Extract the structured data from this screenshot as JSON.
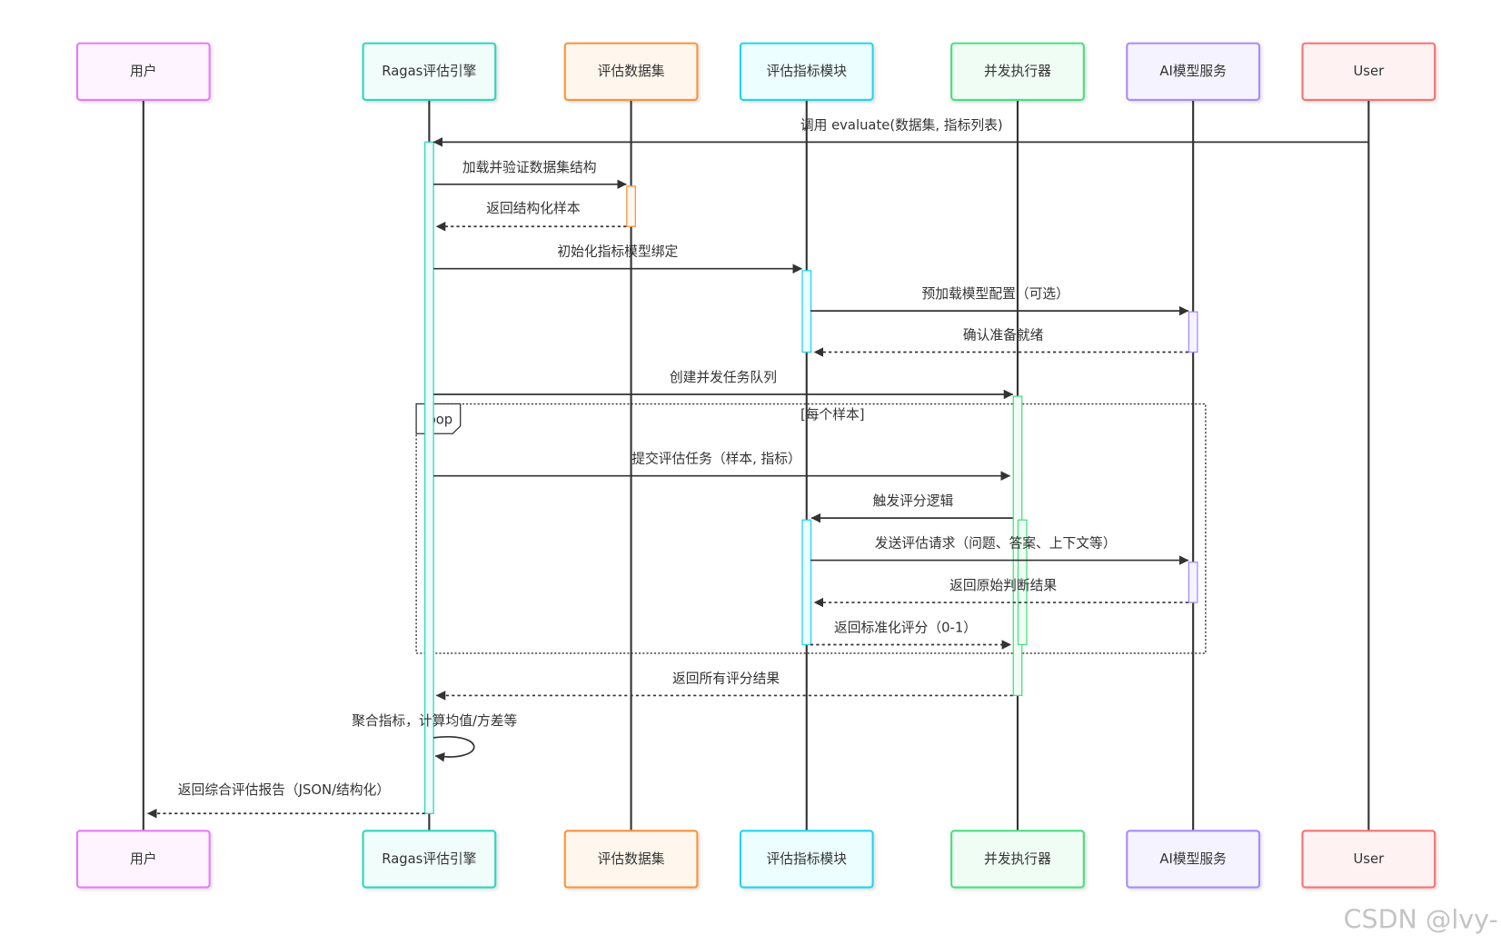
{
  "participants": [
    {
      "name": "用户",
      "color": "#e879f9"
    },
    {
      "name": "Ragas评估引擎",
      "color": "#2dd4bf"
    },
    {
      "name": "评估数据集",
      "color": "#fb923c"
    },
    {
      "name": "评估指标模块",
      "color": "#22d3ee"
    },
    {
      "name": "并发执行器",
      "color": "#4ade80"
    },
    {
      "name": "AI模型服务",
      "color": "#a78bfa"
    },
    {
      "name": "User",
      "color": "#f87171"
    }
  ],
  "messages": [
    "调用 evaluate(数据集, 指标列表)",
    "加载并验证数据集结构",
    "返回结构化样本",
    "初始化指标模型绑定",
    "预加载模型配置（可选）",
    "确认准备就绪",
    "创建并发任务队列",
    "提交评估任务（样本, 指标）",
    "触发评分逻辑",
    "发送评估请求（问题、答案、上下文等）",
    "返回原始判断结果",
    "返回标准化评分（0-1）",
    "返回所有评分结果",
    "聚合指标，计算均值/方差等",
    "返回综合评估报告（JSON/结构化）"
  ],
  "loop": {
    "keyword": "loop",
    "condition": "[每个样本]"
  },
  "watermark": "CSDN @lvy-"
}
